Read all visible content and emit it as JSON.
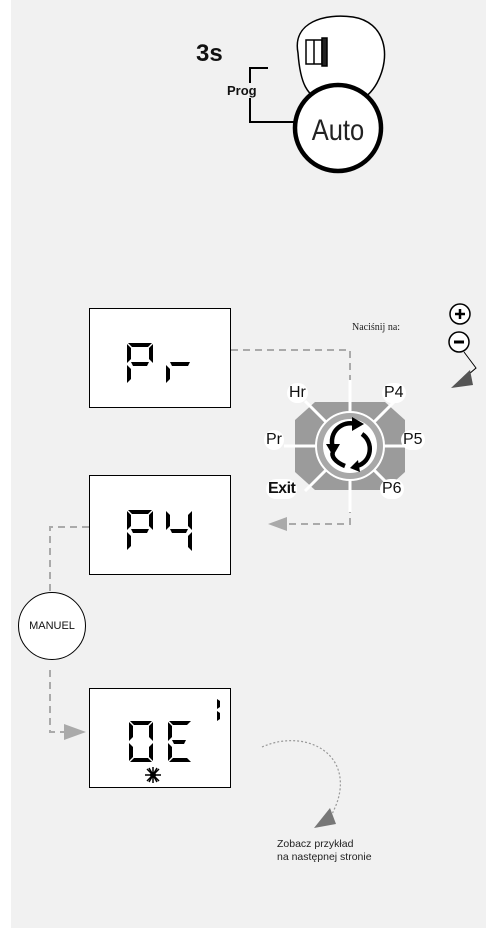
{
  "top": {
    "hold_time": "3s",
    "prog_label": "Prog",
    "auto_label": "Auto"
  },
  "instruction": {
    "press_on": "Naciśnij na:",
    "plus_symbol": "+",
    "minus_symbol": "−"
  },
  "displays": {
    "first": "Pr",
    "second": "P4",
    "third": "DE",
    "third_indicator": "1"
  },
  "wheel": {
    "hr": "Hr",
    "p4": "P4",
    "pr": "Pr",
    "p5": "P5",
    "exit": "Exit",
    "p6": "P6"
  },
  "manuel_label": "MANUEL",
  "note": {
    "line1": "Zobacz przykład",
    "line2": "na następnej stronie"
  },
  "colors": {
    "panel": "#f1f1f1",
    "wheel_gray": "#9b9b9b",
    "dash": "#aaaaaa"
  }
}
